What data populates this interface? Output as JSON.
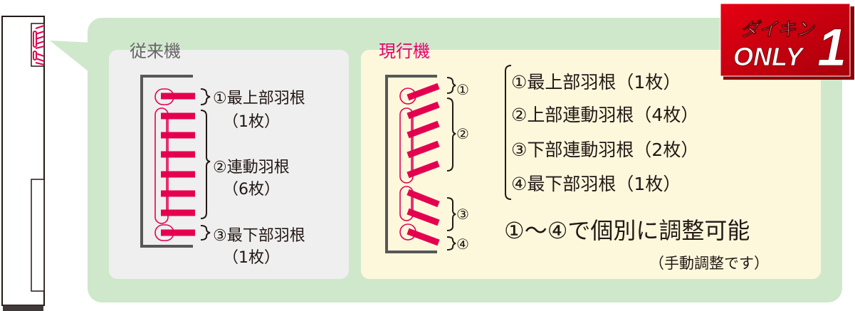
{
  "badge": {
    "line1": "ダイキン",
    "line2": "ONLY",
    "number": "1"
  },
  "old_model": {
    "title": "従来機",
    "labels": [
      {
        "name": "①最上部羽根",
        "count": "（1枚）"
      },
      {
        "name": "②連動羽根",
        "count": "（6枚）"
      },
      {
        "name": "③最下部羽根",
        "count": "（1枚）"
      }
    ]
  },
  "current_model": {
    "title": "現行機",
    "markers": [
      "①",
      "②",
      "③",
      "④"
    ],
    "list": [
      "①最上部羽根（1枚）",
      "②上部連動羽根（4枚）",
      "③下部連動羽根（2枚）",
      "④最下部羽根（1枚）"
    ],
    "headline": "①～④で個別に調整可能",
    "note": "（手動調整です）"
  },
  "colors": {
    "panel": "#cfe8cb",
    "old_bg": "#efefef",
    "current_bg": "#fdf8dc",
    "blade": "#e4004f",
    "title_current": "#e4006e",
    "badge": "#d7000f"
  }
}
